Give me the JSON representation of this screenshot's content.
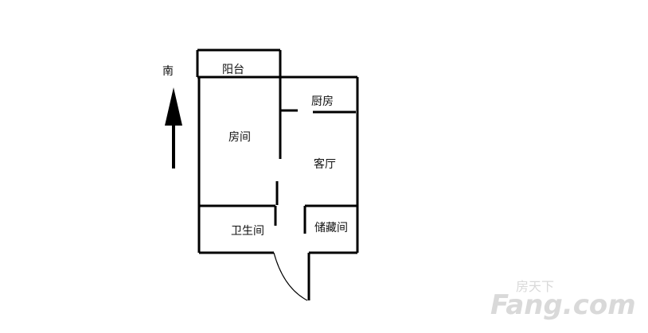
{
  "compass": {
    "label": "南"
  },
  "rooms": {
    "balcony": "阳台",
    "kitchen": "厨房",
    "bedroom": "房间",
    "living_room": "客厅",
    "bathroom": "卫生间",
    "storage": "储藏间"
  },
  "watermark": {
    "line1": "房天下",
    "line2": "Fang.com"
  }
}
